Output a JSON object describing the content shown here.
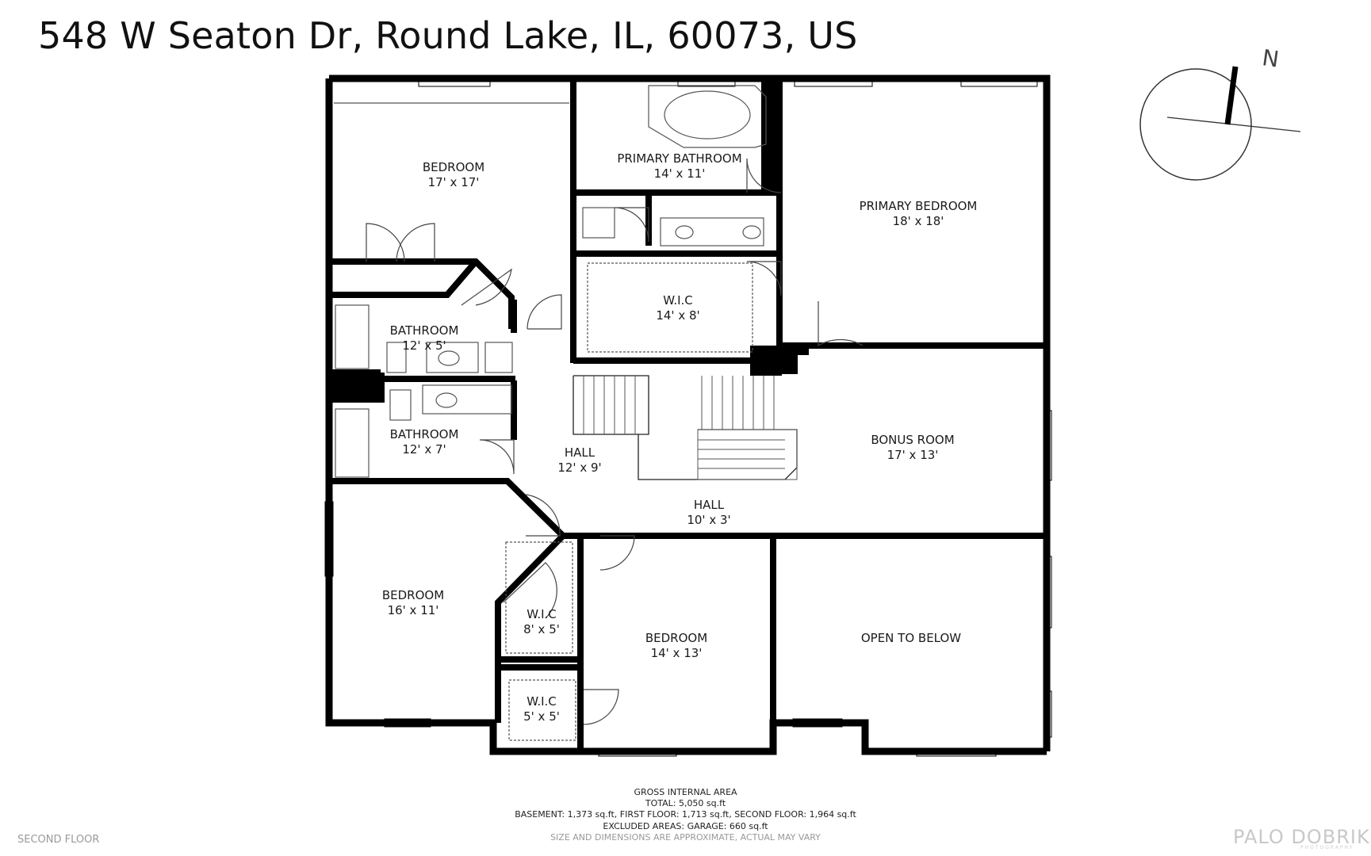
{
  "address": "548 W Seaton Dr, Round Lake, IL, 60073, US",
  "compass_label": "N",
  "floor_label": "SECOND FLOOR",
  "rooms": [
    {
      "name": "BEDROOM",
      "size": "17' x 17'"
    },
    {
      "name": "PRIMARY BATHROOM",
      "size": "14' x 11'"
    },
    {
      "name": "PRIMARY BEDROOM",
      "size": "18' x 18'"
    },
    {
      "name": "W.I.C",
      "size": "14' x 8'"
    },
    {
      "name": "BATHROOM",
      "size": "12' x 5'"
    },
    {
      "name": "BATHROOM",
      "size": "12' x 7'"
    },
    {
      "name": "HALL",
      "size": "12' x 9'"
    },
    {
      "name": "BONUS ROOM",
      "size": "17' x 13'"
    },
    {
      "name": "HALL",
      "size": "10' x 3'"
    },
    {
      "name": "BEDROOM",
      "size": "16' x 11'"
    },
    {
      "name": "W.I.C",
      "size": "8' x 5'"
    },
    {
      "name": "BEDROOM",
      "size": "14' x 13'"
    },
    {
      "name": "OPEN TO BELOW",
      "size": ""
    },
    {
      "name": "W.I.C",
      "size": "5' x 5'"
    }
  ],
  "area": {
    "heading": "GROSS INTERNAL AREA",
    "total": "TOTAL: 5,050 sq.ft",
    "breakdown": "BASEMENT: 1,373 sq.ft, FIRST FLOOR: 1,713 sq.ft, SECOND FLOOR: 1,964 sq.ft",
    "excluded": "EXCLUDED AREAS: GARAGE: 660 sq.ft",
    "disclaimer": "SIZE AND DIMENSIONS ARE APPROXIMATE, ACTUAL MAY VARY"
  },
  "brand": {
    "logo_text": "PALO DOBRIK",
    "sub_text": "PHOTOGRAPHY"
  },
  "colors": {
    "wall": "#000000",
    "fixture": "#555555",
    "text": "#1a1a1a"
  }
}
